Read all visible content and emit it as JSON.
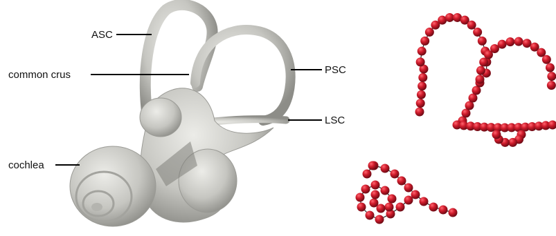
{
  "labels": {
    "asc": "ASC",
    "common_crus": "common crus",
    "cochlea": "cochlea",
    "psc": "PSC",
    "lsc": "LSC"
  },
  "colors": {
    "bone": "#c9c9c5",
    "bone_shade": "#8e8e8a",
    "bead": "#c0182a",
    "bead_dark": "#7a0d18",
    "link": "#222222",
    "leader": "#000000"
  }
}
